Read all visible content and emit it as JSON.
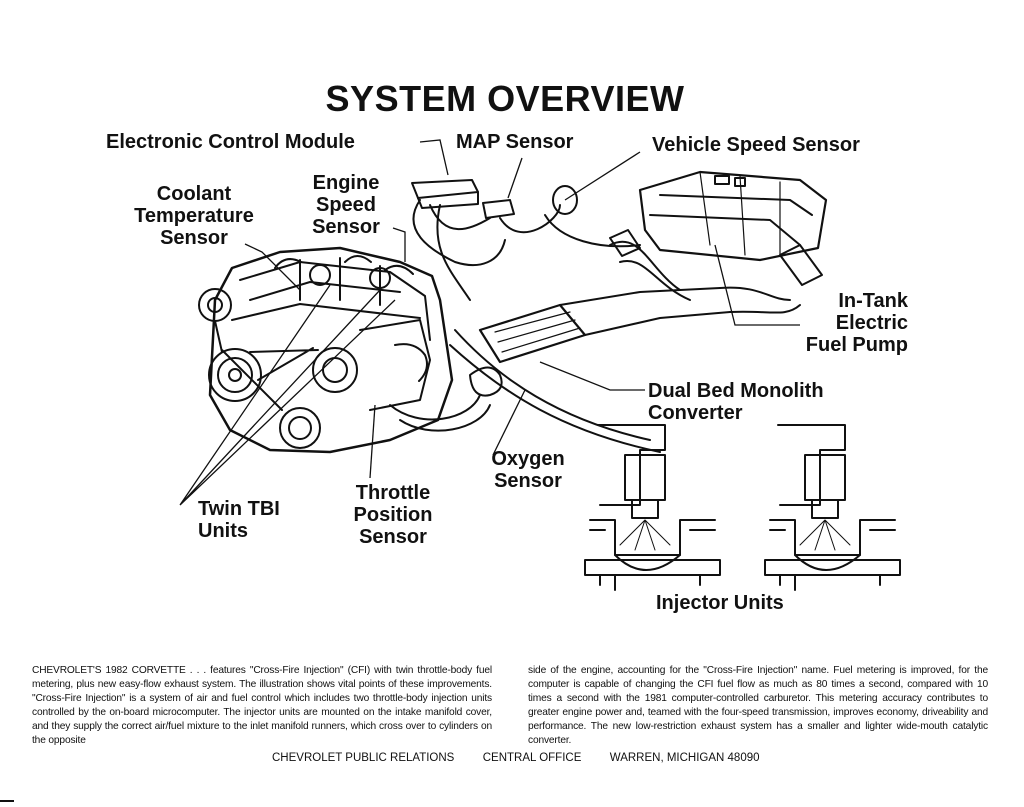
{
  "title": "SYSTEM OVERVIEW",
  "labels": {
    "ecm": "Electronic Control Module",
    "map": "MAP Sensor",
    "vss": "Vehicle Speed Sensor",
    "coolant": [
      "Coolant",
      "Temperature",
      "Sensor"
    ],
    "engine_speed": [
      "Engine",
      "Speed",
      "Sensor"
    ],
    "fuel_pump": [
      "In-Tank",
      "Electric",
      "Fuel Pump"
    ],
    "converter": [
      "Dual Bed Monolith",
      "Converter"
    ],
    "oxygen": [
      "Oxygen",
      "Sensor"
    ],
    "throttle": [
      "Throttle",
      "Position",
      "Sensor"
    ],
    "tbi": [
      "Twin TBI",
      "Units"
    ],
    "injector": "Injector Units"
  },
  "body_text": {
    "left": "CHEVROLET'S 1982 CORVETTE . . . features \"Cross-Fire Injection\" (CFI) with twin throttle-body fuel metering, plus new easy-flow exhaust system. The illustration shows vital points of these improvements. \"Cross-Fire Injection\" is a system of air and fuel control which includes two throttle-body injection units controlled by the on-board microcomputer. The injector units are mounted on the intake manifold cover, and they supply the correct air/fuel mixture to the inlet manifold runners, which cross over to cylinders on the opposite",
    "right": "side of the engine, accounting for the \"Cross-Fire Injection\" name. Fuel metering is improved, for the computer is capable of changing the CFI fuel flow as much as 80 times a second, compared with 10 times a second with the 1981 computer-controlled carburetor. This metering accuracy contributes to greater engine power and, teamed with the four-speed transmission, improves economy, driveability and performance. The new low-restriction exhaust system has a smaller and lighter wide-mouth catalytic converter."
  },
  "footer": {
    "org": "CHEVROLET PUBLIC RELATIONS",
    "office": "CENTRAL OFFICE",
    "address": "WARREN, MICHIGAN 48090"
  },
  "colors": {
    "ink": "#111111",
    "paper": "#ffffff"
  }
}
